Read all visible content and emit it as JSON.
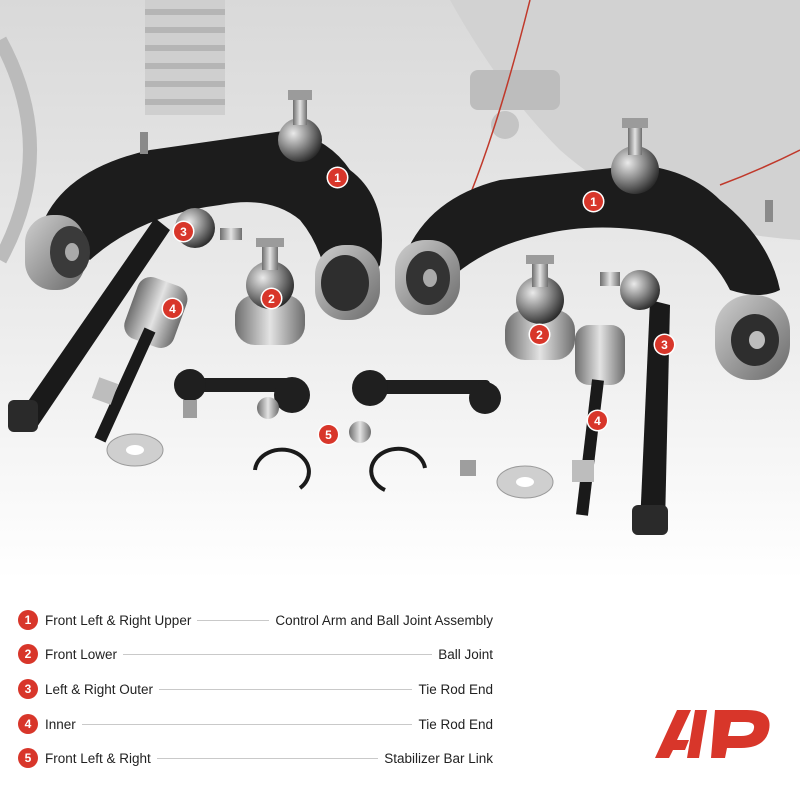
{
  "markers": [
    "1",
    "1",
    "2",
    "2",
    "3",
    "3",
    "4",
    "4",
    "5"
  ],
  "parts_legend": [
    {
      "number": "1",
      "left": "Front Left & Right Upper",
      "right": "Control Arm and Ball Joint Assembly"
    },
    {
      "number": "2",
      "left": "Front Lower",
      "right": "Ball Joint"
    },
    {
      "number": "3",
      "left": "Left & Right Outer",
      "right": "Tie Rod End"
    },
    {
      "number": "4",
      "left": "Inner",
      "right": "Tie Rod End"
    },
    {
      "number": "5",
      "left": "Front Left & Right",
      "right": "Stabilizer Bar Link"
    }
  ],
  "colors": {
    "accent": "#d8362a",
    "text": "#222222",
    "leader": "#c9c9c9",
    "background": "#ffffff"
  },
  "logo_icon": "brand-logo-icon"
}
